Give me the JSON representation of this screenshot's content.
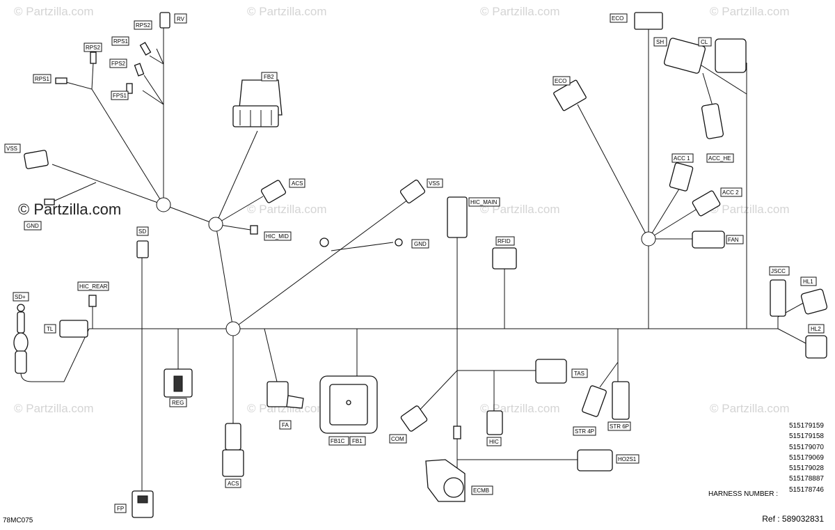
{
  "watermark": {
    "faint": "© Partzilla.com",
    "strong": "© Partzilla.com"
  },
  "connectors": {
    "RV": "RV",
    "RPS2_a": "RPS2",
    "RPS1_a": "RPS1",
    "RPS2_b": "RPS2",
    "FPS2": "FPS2",
    "RPS1_b": "RPS1",
    "FPS1": "FPS1",
    "FB2": "FB2",
    "VSS_left": "VSS",
    "GND_left": "GND",
    "ACS_top": "ACS",
    "HIC_MID": "HIC_MID",
    "VSS_mid": "VSS",
    "GND_mid": "GND",
    "HIC_MAIN": "HIC_MAIN",
    "SD": "SD",
    "SD_plus": "SD+",
    "HIC_REAR": "HIC_REAR",
    "TL": "TL",
    "REG": "REG",
    "ACS_bottom": "ACS",
    "FP": "FP",
    "FA": "FA",
    "FB1C": "FB1C",
    "FB1": "FB1",
    "RFID": "RFID",
    "COM": "COM",
    "HIC": "HIC",
    "TAS": "TAS",
    "ECMB": "ECMB",
    "HO2S1": "HO2S1",
    "STR4P": "STR 4P",
    "STR6P": "STR 6P",
    "ECO_top": "ECO",
    "ECO_mid": "ECO",
    "SH": "SH",
    "CL": "CL",
    "ACC1": "ACC 1",
    "ACC_HE": "ACC_HE",
    "ACC2": "ACC 2",
    "FAN": "FAN",
    "JSCC": "JSCC",
    "HL1": "HL1",
    "HL2": "HL2"
  },
  "part_numbers": [
    "515179159",
    "515179158",
    "515179070",
    "515179069",
    "515179028",
    "515178887",
    "515178746"
  ],
  "harness_label": "HARNESS NUMBER :",
  "ref": "Ref : 589032831",
  "figure_code": "78MC075"
}
